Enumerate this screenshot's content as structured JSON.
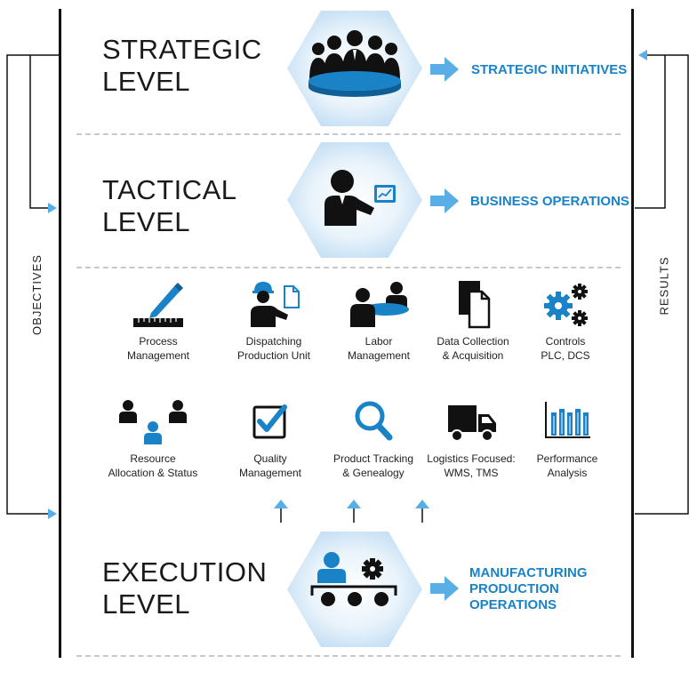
{
  "levels": {
    "strategic": {
      "line1": "STRATEGIC",
      "line2": "LEVEL",
      "target": "STRATEGIC INITIATIVES"
    },
    "tactical": {
      "line1": "TACTICAL",
      "line2": "LEVEL",
      "target": "BUSINESS OPERATIONS"
    },
    "execution": {
      "line1": "EXECUTION",
      "line2": "LEVEL",
      "target_line1": "MANUFACTURING",
      "target_line2": "PRODUCTION",
      "target_line3": "OPERATIONS"
    }
  },
  "side": {
    "left": "OBJECTIVES",
    "right": "RESULTS"
  },
  "functions": [
    {
      "line1": "Process",
      "line2": "Management",
      "icon": "ruler-pencil-icon"
    },
    {
      "line1": "Dispatching",
      "line2": "Production Unit",
      "icon": "worker-document-icon"
    },
    {
      "line1": "Labor",
      "line2": "Management",
      "icon": "people-table-icon"
    },
    {
      "line1": "Data Collection",
      "line2": "& Acquisition",
      "icon": "documents-icon"
    },
    {
      "line1": "Controls",
      "line2": "PLC, DCS",
      "icon": "gears-icon"
    },
    {
      "line1": "Resource",
      "line2": "Allocation & Status",
      "icon": "people-allocation-icon"
    },
    {
      "line1": "Quality",
      "line2": "Management",
      "icon": "checkbox-icon"
    },
    {
      "line1": "Product Tracking",
      "line2": "& Genealogy",
      "icon": "magnifier-icon"
    },
    {
      "line1": "Logistics Focused:",
      "line2": "WMS, TMS",
      "icon": "truck-icon"
    },
    {
      "line1": "Performance",
      "line2": "Analysis",
      "icon": "bar-chart-icon"
    }
  ],
  "colors": {
    "accent": "#1a82c7",
    "arrow": "#5aaee6",
    "hex_light": "#eaf4fc",
    "hex_dark": "#c4dff4"
  }
}
